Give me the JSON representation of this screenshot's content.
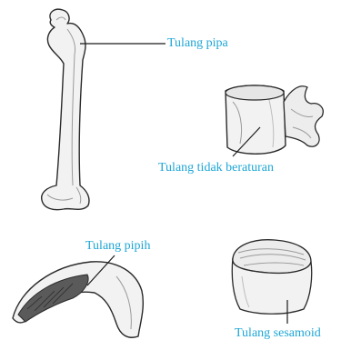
{
  "labels": {
    "long_bone": "Tulang pipa",
    "irregular_bone": "Tulang tidak beraturan",
    "flat_bone": "Tulang pipih",
    "sesamoid_bone": "Tulang sesamoid"
  },
  "colors": {
    "label_text": "#1ea6d6",
    "leader_line": "#1a1a1a",
    "bone_fill": "#f2f2f2",
    "bone_shade": "#9a9a9a",
    "bone_outline": "#2a2a2a"
  }
}
